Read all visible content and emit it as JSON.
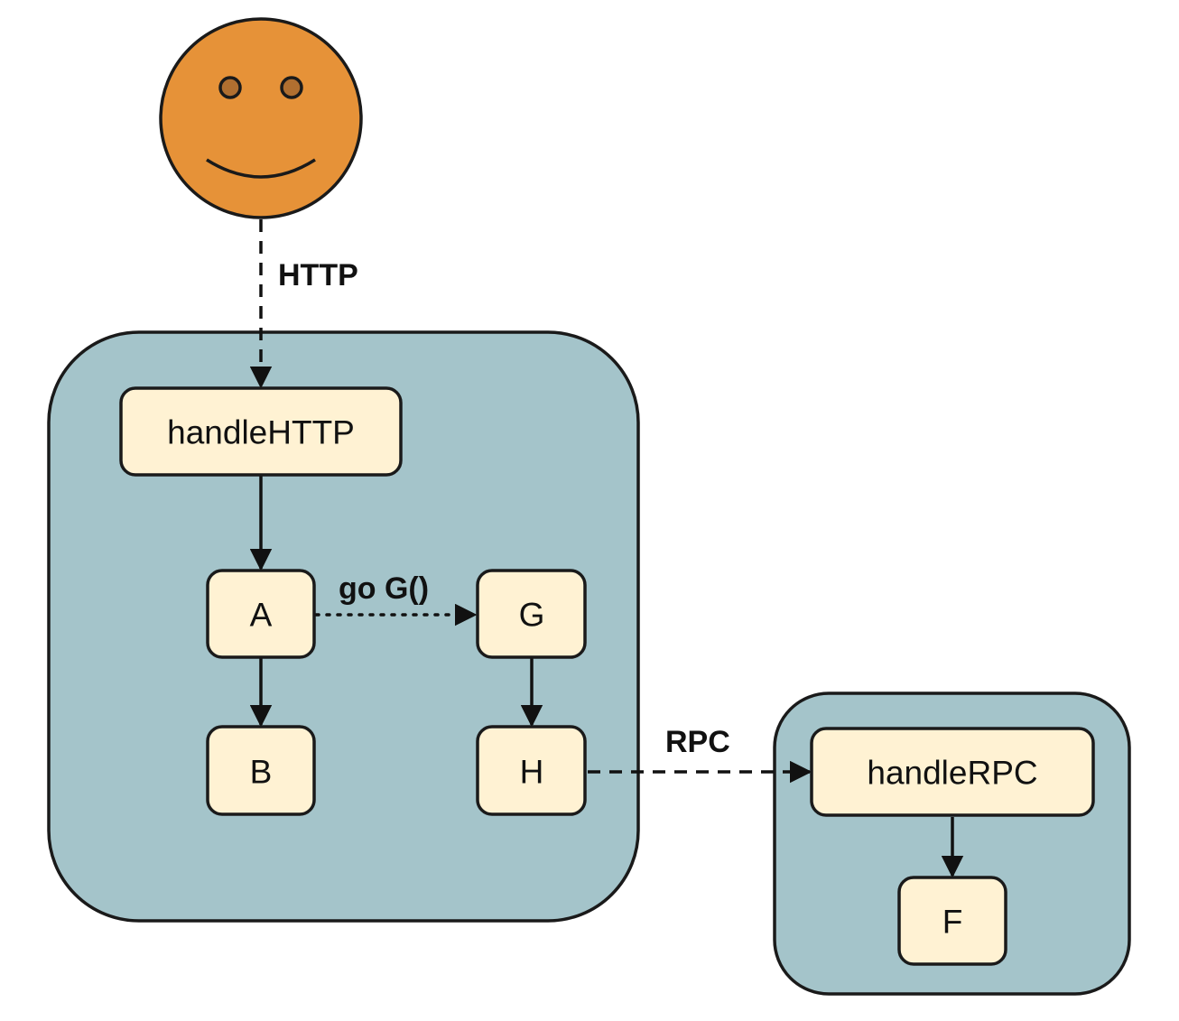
{
  "colors": {
    "container_fill": "#a4c4ca",
    "node_fill": "#fff2d3",
    "face_fill": "#e69238",
    "eye_fill": "#b06f30",
    "stroke": "#1a1a1a"
  },
  "actor": {
    "icon": "smiley-face-icon"
  },
  "nodes": {
    "handleHTTP": "handleHTTP",
    "A": "A",
    "B": "B",
    "G": "G",
    "H": "H",
    "handleRPC": "handleRPC",
    "F": "F"
  },
  "edges": {
    "http": "HTTP",
    "go": "go G()",
    "rpc": "RPC"
  }
}
